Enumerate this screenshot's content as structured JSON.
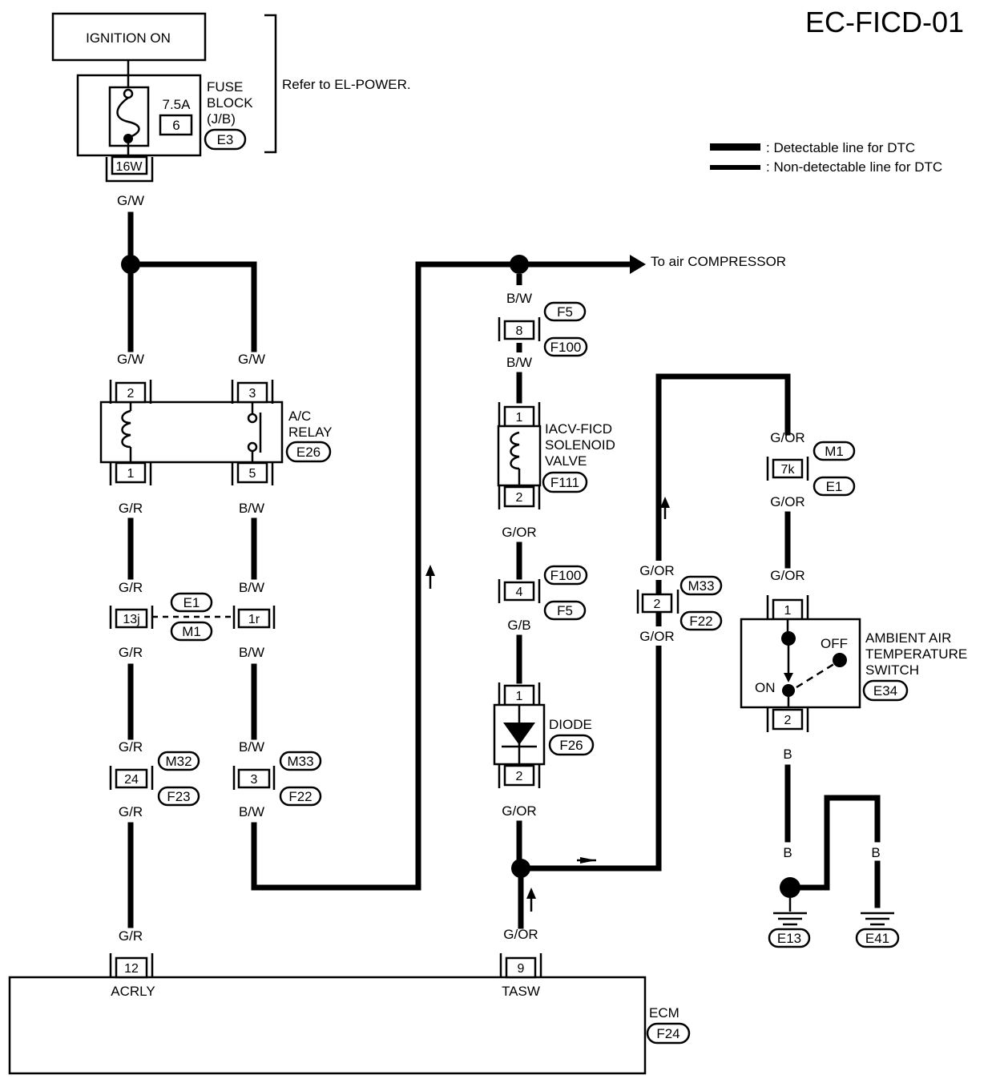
{
  "page_code": "EC-FICD-01",
  "legend": {
    "detectable": ": Detectable line for DTC",
    "non_detectable": ": Non-detectable line for DTC"
  },
  "power": {
    "label": "IGNITION ON",
    "fuse_amps": "7.5A",
    "fuse_no": "6",
    "fuse_block": [
      "FUSE",
      "BLOCK",
      "(J/B)"
    ],
    "fuse_conn": "E3",
    "fuse_terminal": "16W",
    "refer": "Refer to EL-POWER."
  },
  "wires": {
    "gw": "G/W",
    "gr": "G/R",
    "bw": "B/W",
    "gor": "G/OR",
    "gb": "G/B",
    "b": "B"
  },
  "ac_relay": {
    "label": [
      "A/C",
      "RELAY"
    ],
    "conn": "E26",
    "pins": {
      "t2": "2",
      "t3": "3",
      "t1": "1",
      "t5": "5"
    }
  },
  "junctions": {
    "j13": "13j",
    "j1r": "1r",
    "e1": "E1",
    "m1": "M1",
    "p24": "24",
    "m32": "M32",
    "f23": "F23",
    "p3": "3",
    "m33": "M33",
    "f22": "F22"
  },
  "iacv": {
    "label": [
      "IACV-FICD",
      "SOLENOID",
      "VALVE"
    ],
    "conn": "F111",
    "p8": "8",
    "f5": "F5",
    "f100": "F100",
    "t1": "1",
    "t2": "2",
    "p4": "4"
  },
  "compressor": "To air COMPRESSOR",
  "diode": {
    "label": "DIODE",
    "conn": "F26",
    "t1": "1",
    "t2": "2"
  },
  "mid_joint": {
    "pin": "2",
    "m33": "M33",
    "f22": "F22"
  },
  "ambient": {
    "label": [
      "AMBIENT AIR",
      "TEMPERATURE",
      "SWITCH"
    ],
    "conn": "E34",
    "off": "OFF",
    "on": "ON",
    "t1": "1",
    "t2": "2",
    "p7k": "7k",
    "m1": "M1",
    "e1": "E1"
  },
  "grounds": {
    "g1": "E13",
    "g2": "E41"
  },
  "ecm": {
    "label": "ECM",
    "conn": "F24",
    "acrly": "ACRLY",
    "acrly_pin": "12",
    "tasw": "TASW",
    "tasw_pin": "9"
  }
}
